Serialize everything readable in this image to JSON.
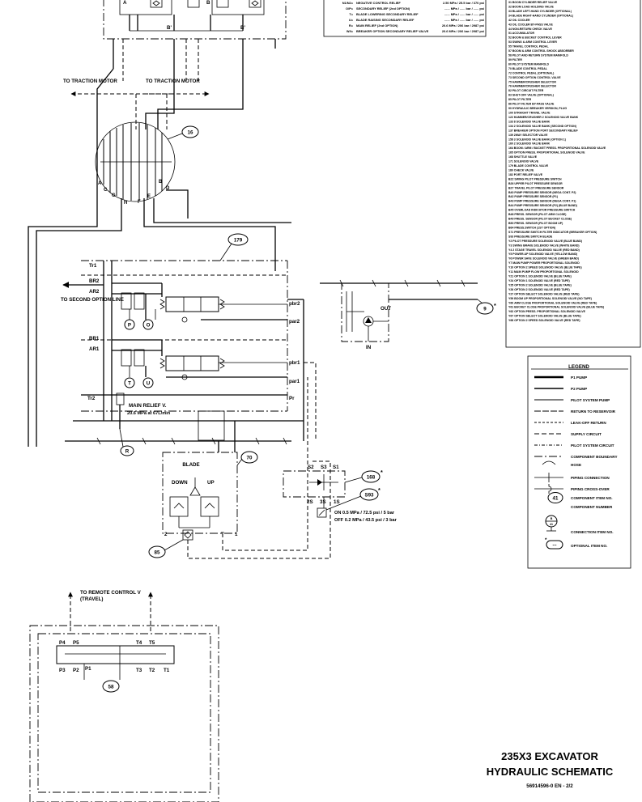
{
  "relief_table": {
    "rows": [
      {
        "code": "N1/N2=",
        "name": "NEGATIVE CONTROL RELIEF",
        "value": "2.50 MPa / 25.5 bar / 370 psi"
      },
      {
        "code": "O/P=",
        "name": "SECONDARY RELIEF (2nd OPTION)",
        "value": "...... MPa / ...... bar / ...... psi"
      },
      {
        "code": "T=",
        "name": "BLADE LOWERING SECONDARY RELIEF",
        "value": "...... MPa / ...... bar / ...... psi"
      },
      {
        "code": "U=",
        "name": "BLADE RAISING SECONDARY RELIEF",
        "value": "...... MPa / ...... bar / ...... psi"
      },
      {
        "code": "R=",
        "name": "MAIN RELIEF (2nd OPTION)",
        "value": "20.6 MPa / 206 bar / 2987 psi"
      },
      {
        "code": "W/I=",
        "name": "BREAKER OPTION SECONDARY RELIEF VALVE",
        "value": "20.6 MPa / 206 bar / 2987 psi"
      }
    ]
  },
  "parts_list": [
    "31  BOOM CYLINDER RELIEF VALVE",
    "32  BOOM LOAD HOLDING VALVE",
    "33  BLADE LEFT-HAND CYLINDER (OPTIONAL)",
    "34  BLADE RIGHT-HAND CYLINDER (OPTIONAL)",
    "42  OIL COOLER",
    "43  OIL COOLER BY-PASS VALVE",
    "44  NON-RETURN CHECK VALVE",
    "51  ACCUMULATOR",
    "52  BOOM & BUCKET CONTROL LEVER",
    "53  SWING & ARM CONTROL LEVER",
    "55  TRAVEL CONTROL PEDAL",
    "57  BOOM & ARM CONTROL SHOCK ABSORBER",
    "58  PILOT AND RETURN SYSTEM MANIFOLD",
    "59  FILTER",
    "60  PILOT SYSTEM MANIFOLD",
    "70  BLADE CONTROL PEDAL",
    "72  CONTROL PEDAL (OPTIONAL)",
    "73  SECOND OPTION CONTROL VALVE",
    "75  HAMMER/CRUSHER SELECTOR",
    "76  HAMMER/CRUSHER SELECTOR",
    "82  PILOT CIRCUIT FILTER",
    "83  SHUT-OFF VALVE (OPTIONAL)",
    "85  PILOT FILTER",
    "86  PILOT FILTER BY-PASS VALVE",
    "90  HYDRAULIC BREAKER VERSION, PLUG",
    "100  STRAIGHT TRAVEL VALVE",
    "122  HAMMER/CRUSHER 2 SOLENOID VALVE BANK",
    "133  8 SOLENOID VALVE BANK",
    "134  2 SOLENOID VALVE BANK (SECOND OPTION)",
    "137  BREAKER OPTION PORT SECONDARY RELIEF",
    "139  2WAY SELECTOR VALVE",
    "158  3 SOLENOID VALVE BANK (OPTION 1)",
    "160  2 SOLENOID VALVE BANK",
    "164  BOOM / ARM / BUCKET PRESS. PROPORTIONAL SOLENOID VALVE",
    "165  OPTION PRESS. PROPORTIONAL SOLENOID VALVE",
    "168  SHUTTLE VALVE",
    "171  SOLENOID VALVE",
    "179  BLADE CONTROL VALVE",
    "180  CHECK VALVE",
    "182  PORT RELIEF VALVE",
    "B22  SWING PILOT PRESSURE SWITCH",
    "B26  UPPER PILOT PRESSURE SENSOR",
    "B27  TRAVEL PILOT PRESSURE SENSOR",
    "B40  PUMP PRESSURE SENSOR (NEGA CONT. P2)",
    "B42  PUMP PRESSURE SENSOR (P1)",
    "B43  PUMP PRESSURE SENSOR (NEGA CONT. P1)",
    "B44  PUMP PRESSURE SENSOR (P2) (BLUE BAND)",
    "B45  OVERLOAD INDICATOR PRESSURE SWITCH",
    "B48  PRESS. SENSOR (PILOT ARM CLOSE)",
    "B49  PRESS. SENSOR (PILOT BUCKET CLOSE)",
    "B50  PRESS. SENSOR (PILOT BOOM UP)",
    "B64  PRESS.SWITCH (1ST OPTION)",
    "S71  PRESSURE SWITCH FILTER INDICATOR (BREAKER OPTION)",
    "S93  PRESSURE SWITCH BLADE",
    "Y2  PILOT PRESSURE SOLENOID VALVE (BLUE BAND)",
    "Y3  SWING BRAKE SOLENOID VALVE (WHITE BAND)",
    "Y4  2 STAGE TRAVEL SOLENOID VALVE (RED BAND)",
    "Y5  POWER-UP SOLENOID VALVE (YELLOW BAND)",
    "Y6  POWER SAVE SOLENOID VALVE (GREEN BAND)",
    "Y7  MAIN PUMP POWER PROPORTIONAL SOLENOID",
    "Y10  OPTION 2 SPEED SOLENOID VALVE (BLUE TAPE)",
    "Y11  MAIN PUMP FLOW PROPORTIONAL SOLENOID",
    "Y21  OPTION 1 SOLENOID VALVE (BLUE TAPE)",
    "Y24  OPTION 1 SOLENOID VALVE (RED TAPE)",
    "Y25  OPTION 2 SOLENOID VALVE (BLUE TAPE)",
    "Y26  OPTION 2 SOLENOID VALVE (RED TAPE)",
    "Y27  OPTION SELECT SOLENOID VALVE (RED TAPE)",
    "Y59  BOOM UP PROPORTIONAL SOLENOID VALVE (NO TAPE)",
    "Y60  ARM CLOSE PROPORTIONAL SOLENOID VALVE (RED TAPE)",
    "Y61  BUCKET CLOSE PROPORTIONAL SOLENOID VALVE (BLUE TAPE)",
    "Y62  OPTION PRESS. PROPORTIONAL SOLENOID VALVE",
    "Y67  OPTION SELECT SOLENOID VALVE (BLUE TAPE)",
    "Y68  OPTION 2 SPEED SOLENOID VALVE (RED TAPE)"
  ],
  "legend": {
    "title": "LEGEND",
    "items": [
      "P1 PUMP",
      "P2 PUMP",
      "PILOT SYSTEM PUMP",
      "RETURN TO RESERVOIR",
      "LEAK-OFF RETURN",
      "SUPPLY CIRCUIT",
      "PILOT SYSTEM CIRCUIT",
      "COMPONENT BOUNDARY",
      "HOSE",
      "PIPING CONNECTION",
      "PIPING CROSS-OVER",
      "COMPONENT ITEM NO.",
      "COMPONENT NUMBER",
      "CONNECTION ITEM NO.",
      "OPTIONAL ITEM NO."
    ],
    "sample_item_no": "41",
    "sample_conn_top": "B",
    "sample_conn_bottom": "41",
    "sample_optional": "..."
  },
  "labels": {
    "to_traction_left": "TO TRACTION MOTOR",
    "to_traction_right": "TO TRACTION MOTOR",
    "to_second_option": "TO SECOND OPTION LINE",
    "main_relief": "MAIN RELIEF V.",
    "main_relief_value": "20.6 MPa at 67L/min",
    "blade": "BLADE",
    "down": "DOWN",
    "up": "UP",
    "switch_on": "ON  0.5 MPa / 72.5 psi / 5 bar",
    "switch_off": "OFF 0.2 MPa / 43.5 psi / 3 bar",
    "to_remote": "TO REMOTE CONTROL V",
    "travel": "(TRAVEL)",
    "out": "OUT",
    "in": "IN",
    "star": "*"
  },
  "ports": {
    "A": "A",
    "B": "B",
    "Bp1": "B'",
    "Bp2": "B'",
    "Tr1": "Tr1",
    "BR2": "BR2",
    "AR2": "AR2",
    "BR1": "BR1",
    "AR1": "AR1",
    "Tr2": "Tr2",
    "pbr2": "pbr2",
    "par2": "par2",
    "pbr1": "pbr1",
    "par1": "par1",
    "Pr": "Pr",
    "P": "P",
    "O": "O",
    "T": "T",
    "U": "U",
    "R": "R",
    "S2": "S2",
    "S3": "S3",
    "S1": "S1",
    "2S": "2S",
    "3S": "3S",
    "1S": "1S",
    "t2": "2",
    "tT": "T",
    "t1": "1",
    "P4": "P4",
    "P5": "P5",
    "T4": "T4",
    "T5": "T5",
    "P3": "P3",
    "P2": "P2",
    "P1": "P1",
    "T3": "T3",
    "T2": "T2",
    "T1": "T1",
    "swivel": [
      "A",
      "C",
      "G",
      "H",
      "F",
      "E",
      "B",
      "D"
    ]
  },
  "callouts": {
    "c16": "16",
    "c179": "179",
    "c9": "9",
    "c70": "70",
    "c168": "168",
    "cS93": "S93",
    "c85": "85",
    "c58": "58",
    "cR": "R"
  },
  "title_block": {
    "model": "235X3 EXCAVATOR",
    "subtitle": "HYDRAULIC SCHEMATIC",
    "doc_no": "56914596-0 EN - 2/2"
  }
}
